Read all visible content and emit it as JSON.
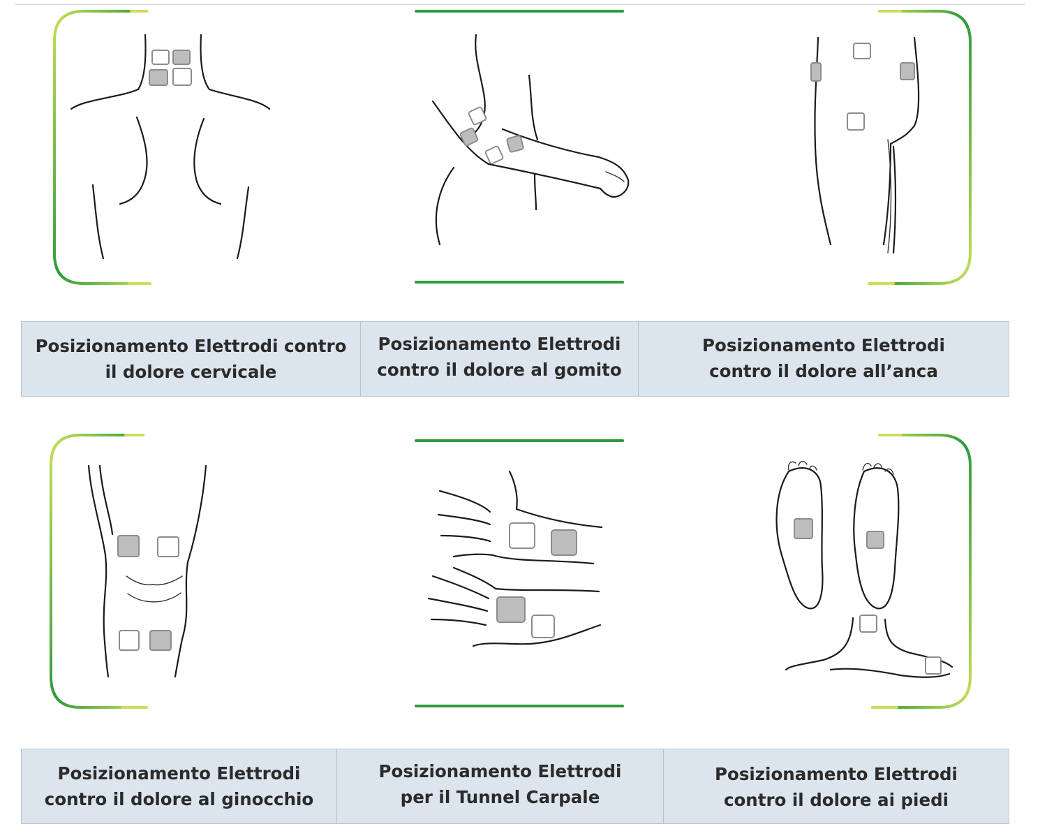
{
  "captions_row1": [
    {
      "line1": "Posizionamento Elettrodi contro",
      "line2": "il dolore cervicale"
    },
    {
      "line1": "Posizionamento Elettrodi",
      "line2": "contro il dolore al gomito"
    },
    {
      "line1": "Posizionamento Elettrodi",
      "line2": "contro il dolore all’anca"
    }
  ],
  "captions_row2": [
    {
      "line1": "Posizionamento Elettrodi",
      "line2": "contro il dolore al ginocchio"
    },
    {
      "line1": "Posizionamento Elettrodi",
      "line2": "per il Tunnel Carpale"
    },
    {
      "line1": "Posizionamento Elettrodi",
      "line2": "contro il dolore ai piedi"
    }
  ],
  "colors": {
    "frame_green_dark": "#2e9a3c",
    "frame_green_light": "#c8e05a",
    "caption_background": "#dce4ee",
    "pad_gray": "#bdbdbd"
  },
  "icons": [
    "neck-back-illustration",
    "elbow-arm-illustration",
    "hip-leg-illustration",
    "knee-illustration",
    "wrist-hands-illustration",
    "feet-illustration"
  ]
}
